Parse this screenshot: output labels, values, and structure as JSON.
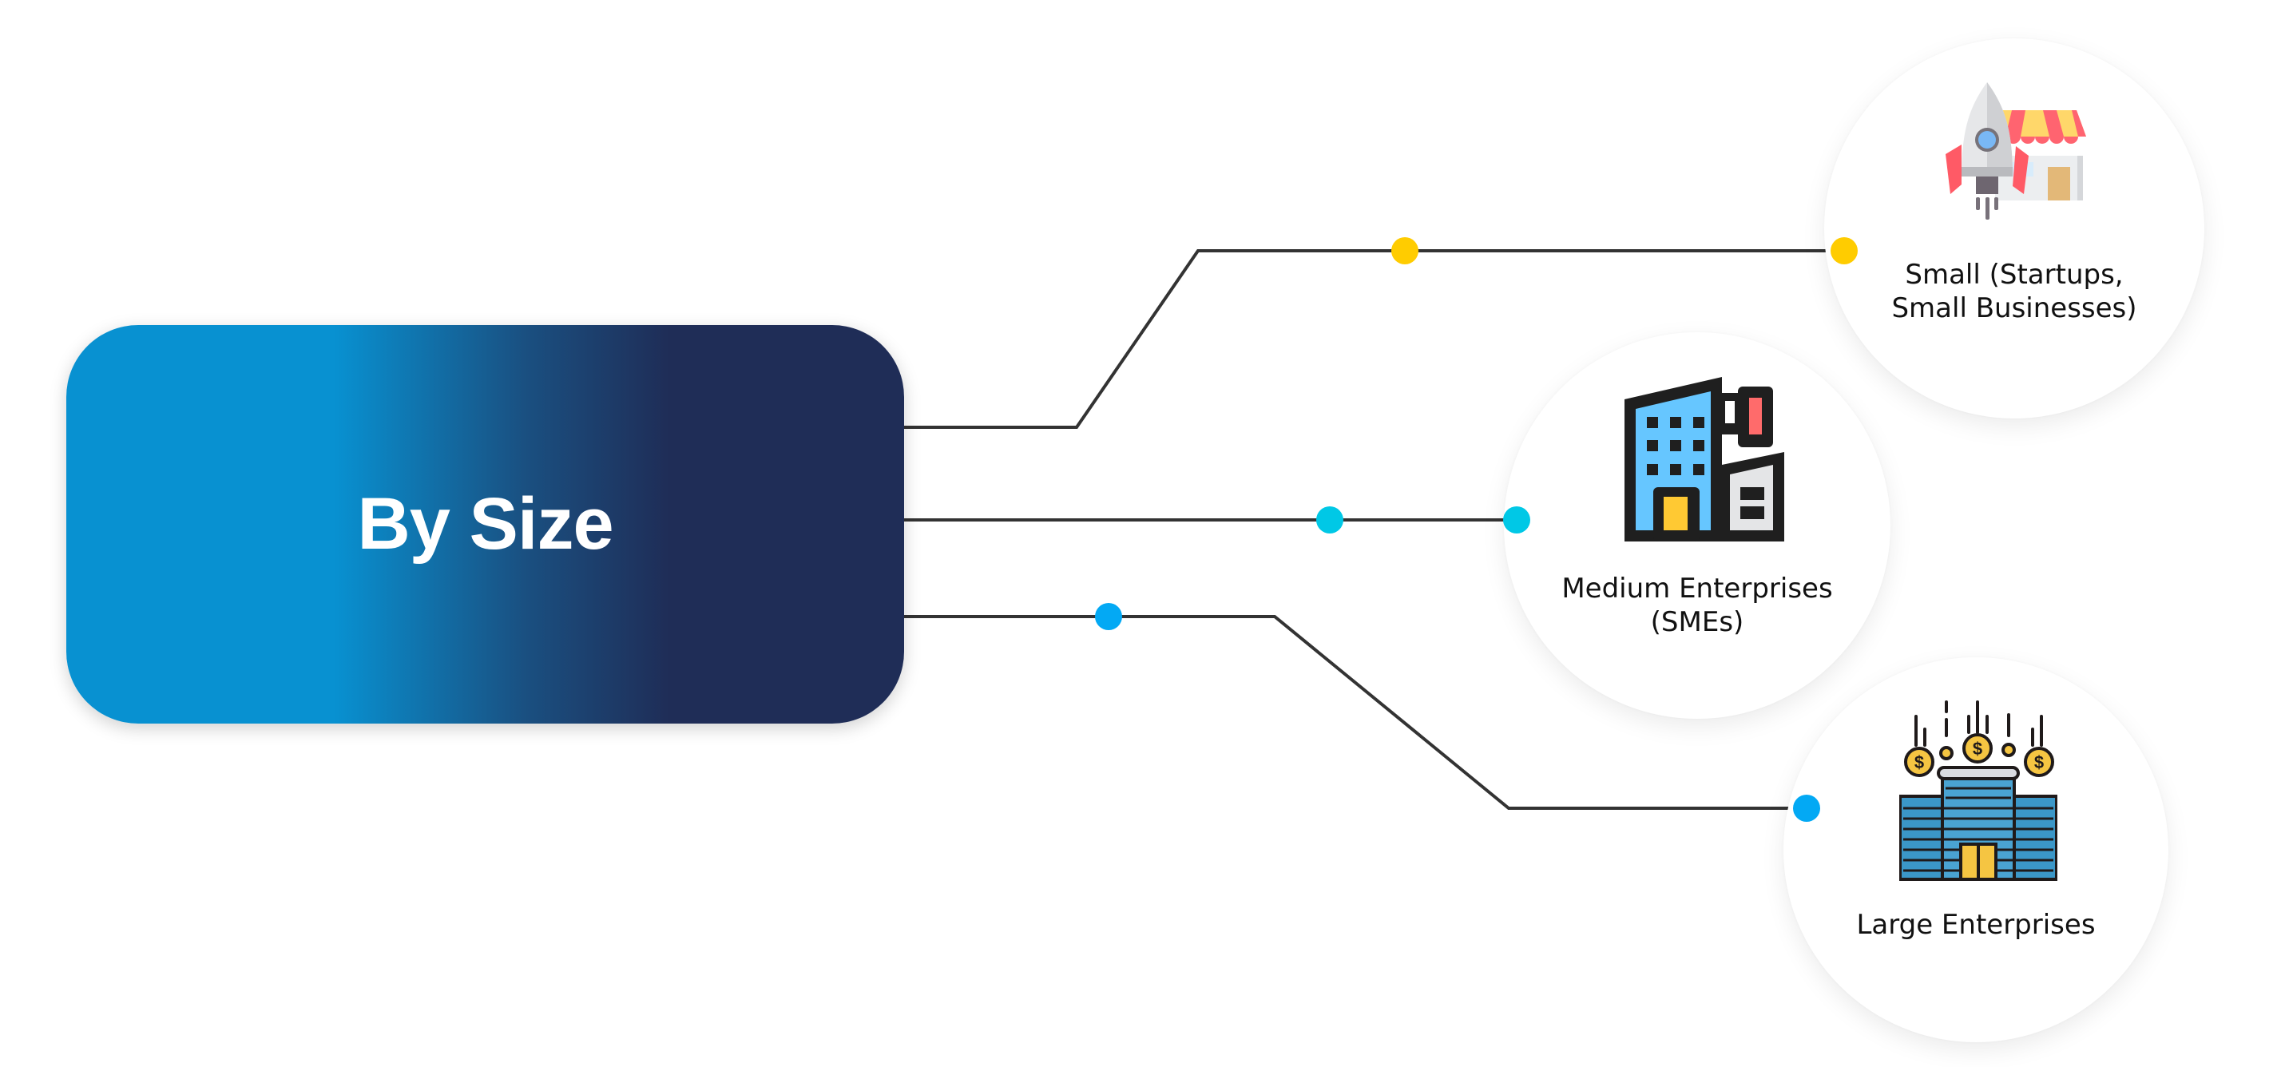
{
  "hub": {
    "title": "By Size"
  },
  "nodes": [
    {
      "label_lines": [
        "Small (Startups,",
        "Small Businesses)"
      ],
      "icon": "rocket-shop-icon",
      "dot_color": "#ffcc00"
    },
    {
      "label_lines": [
        "Medium Enterprises",
        "(SMEs)"
      ],
      "icon": "office-building-icon",
      "dot_color": "#00c8e6"
    },
    {
      "label_lines": [
        "Large Enterprises"
      ],
      "icon": "corporate-tower-coins-icon",
      "dot_color": "#03a9f4"
    }
  ],
  "colors": {
    "line": "#333333",
    "hub_start": "#0891d1",
    "hub_end": "#1f2d57"
  }
}
